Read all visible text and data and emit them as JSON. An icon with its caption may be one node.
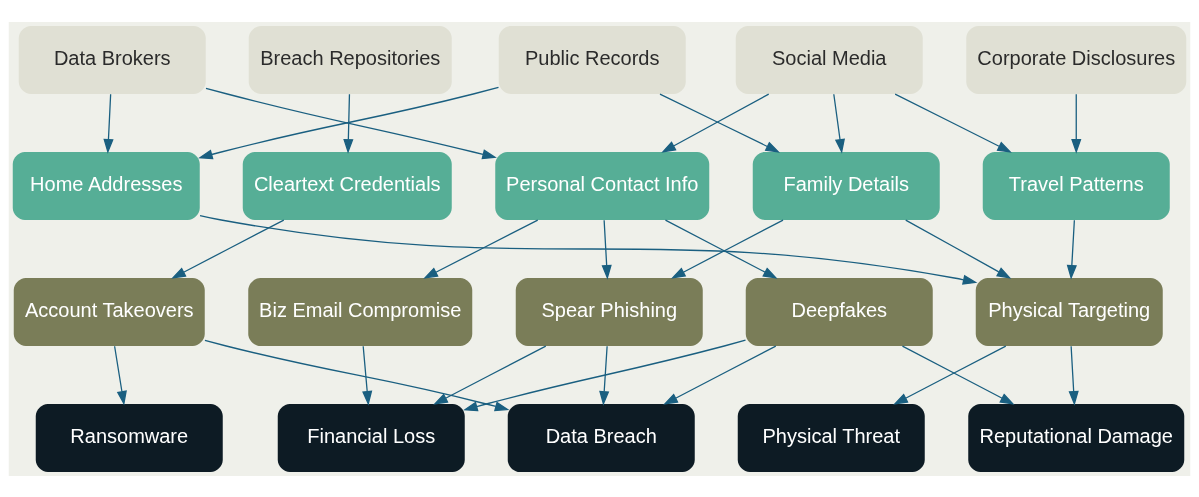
{
  "diagram": {
    "nodes": [
      {
        "text": [
          "Data Brokers"
        ]
      },
      {
        "text": [
          "Breach Repositories"
        ]
      },
      {
        "text": [
          "Public Records"
        ]
      },
      {
        "text": [
          "Social Media"
        ]
      },
      {
        "text": [
          "Corporate Disclosures"
        ]
      },
      {
        "text": [
          "Home Addresses"
        ]
      },
      {
        "text": [
          "Cleartext Credentials"
        ]
      },
      {
        "text": [
          "Personal Contact Info"
        ]
      },
      {
        "text": [
          "Family Details"
        ]
      },
      {
        "text": [
          "Travel Patterns"
        ]
      },
      {
        "text": [
          "Account Takeovers"
        ]
      },
      {
        "text": [
          "Biz Email Compromise"
        ]
      },
      {
        "text": [
          "Spear Phishing"
        ]
      },
      {
        "text": [
          "Deepfakes"
        ]
      },
      {
        "text": [
          "Physical Targeting"
        ]
      },
      {
        "text": [
          "Ransomware"
        ]
      },
      {
        "text": [
          "Financial Loss"
        ]
      },
      {
        "text": [
          "Data Breach"
        ]
      },
      {
        "text": [
          "Physical Threat"
        ]
      },
      {
        "text": [
          "Reputational Damage"
        ]
      }
    ],
    "edges": [
      {
        "from": 0,
        "to": 5,
        "arrow": "to"
      },
      {
        "from": 0,
        "to": 7,
        "arrow": "to"
      },
      {
        "from": 1,
        "to": 6,
        "arrow": "to"
      },
      {
        "from": 2,
        "to": 5,
        "arrow": "to"
      },
      {
        "from": 2,
        "to": 8,
        "arrow": "to"
      },
      {
        "from": 3,
        "to": 7,
        "arrow": "to"
      },
      {
        "from": 3,
        "to": 8,
        "arrow": "to"
      },
      {
        "from": 3,
        "to": 9,
        "arrow": "to"
      },
      {
        "from": 4,
        "to": 9,
        "arrow": "to"
      },
      {
        "from": 5,
        "to": 14,
        "arrow": "to"
      },
      {
        "from": 6,
        "to": 10,
        "arrow": "to"
      },
      {
        "from": 7,
        "to": 11,
        "arrow": "to"
      },
      {
        "from": 7,
        "to": 12,
        "arrow": "to"
      },
      {
        "from": 7,
        "to": 13,
        "arrow": "to"
      },
      {
        "from": 8,
        "to": 12,
        "arrow": "to"
      },
      {
        "from": 8,
        "to": 14,
        "arrow": "to"
      },
      {
        "from": 9,
        "to": 14,
        "arrow": "to"
      },
      {
        "from": 10,
        "to": 15,
        "arrow": "to"
      },
      {
        "from": 10,
        "to": 17,
        "arrow": "to"
      },
      {
        "from": 11,
        "to": 16,
        "arrow": "to"
      },
      {
        "from": 12,
        "to": 16,
        "arrow": "to"
      },
      {
        "from": 12,
        "to": 17,
        "arrow": "to"
      },
      {
        "from": 13,
        "to": 16,
        "arrow": "to"
      },
      {
        "from": 13,
        "to": 17,
        "arrow": "to"
      },
      {
        "from": 13,
        "to": 19,
        "arrow": "to"
      },
      {
        "from": 14,
        "to": 18,
        "arrow": "to"
      },
      {
        "from": 14,
        "to": 19,
        "arrow": "to"
      }
    ]
  }
}
